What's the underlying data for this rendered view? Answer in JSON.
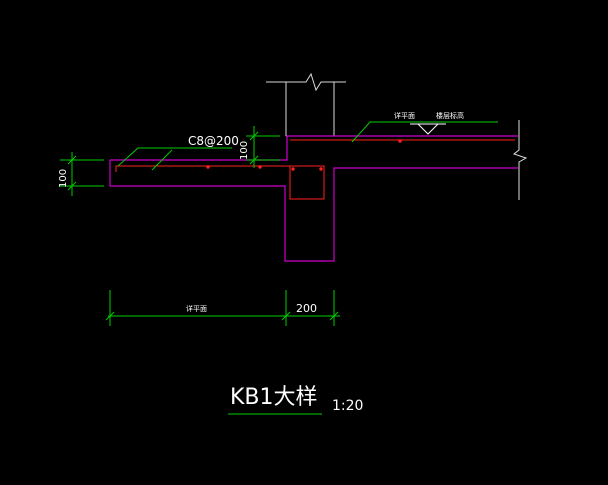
{
  "drawing": {
    "title": "KB1大样",
    "scale": "1:20",
    "rebar_label": "C8@200",
    "thickness_left": "100",
    "thickness_right": "100",
    "level_label_1": "详平面",
    "level_label_2": "楼层标高",
    "dim_bottom_left": "详平面",
    "dim_bottom_right": "200"
  },
  "colors": {
    "background": "#000000",
    "slab_outline": "#cc00cc",
    "rebar": "#ff2020",
    "dimension": "#00cc00",
    "wall": "#e0e0e0",
    "annotation_text": "#ffffff"
  }
}
